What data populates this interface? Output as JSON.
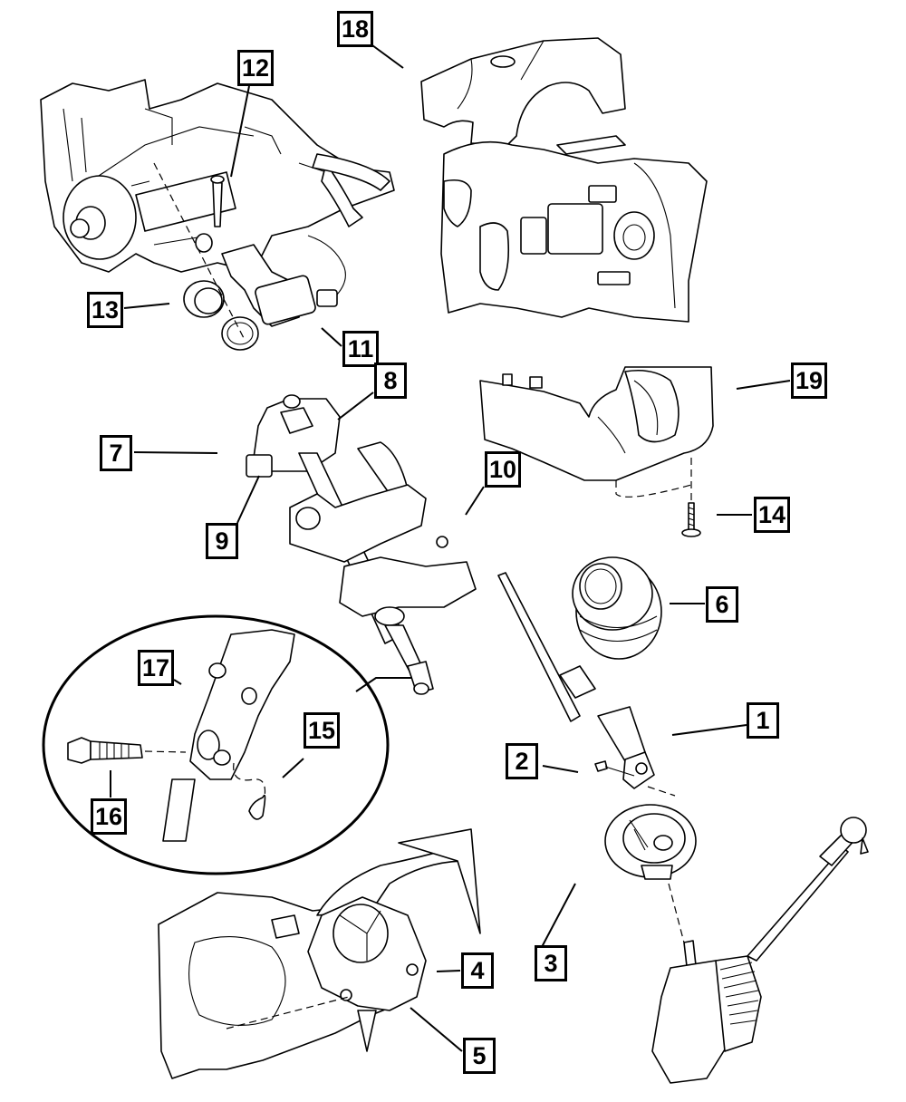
{
  "diagram": {
    "type": "exploded-parts-diagram",
    "subject": "steering column assembly",
    "callouts": [
      {
        "id": "c18",
        "label": "18",
        "part": "upper-shroud"
      },
      {
        "id": "c12",
        "label": "12",
        "part": "column-bracket-assembly"
      },
      {
        "id": "c13",
        "label": "13",
        "part": "ignition-lock-housing"
      },
      {
        "id": "c11",
        "label": "11",
        "part": "switch-module"
      },
      {
        "id": "c8",
        "label": "8",
        "part": "steering-column-top"
      },
      {
        "id": "c19",
        "label": "19",
        "part": "lower-shroud"
      },
      {
        "id": "c7",
        "label": "7",
        "part": "multifunction-switch"
      },
      {
        "id": "c10",
        "label": "10",
        "part": "column-mount-bracket"
      },
      {
        "id": "c9",
        "label": "9",
        "part": "electrical-connector"
      },
      {
        "id": "c14",
        "label": "14",
        "part": "shroud-screw"
      },
      {
        "id": "c6",
        "label": "6",
        "part": "boot-seal"
      },
      {
        "id": "c17",
        "label": "17",
        "part": "universal-joint"
      },
      {
        "id": "c15",
        "label": "15",
        "part": "retaining-clip"
      },
      {
        "id": "c16",
        "label": "16",
        "part": "pinch-bolt"
      },
      {
        "id": "c1",
        "label": "1",
        "part": "intermediate-shaft"
      },
      {
        "id": "c2",
        "label": "2",
        "part": "roll-pin"
      },
      {
        "id": "c3",
        "label": "3",
        "part": "dash-seal"
      },
      {
        "id": "c4",
        "label": "4",
        "part": "boot-retainer"
      },
      {
        "id": "c5",
        "label": "5",
        "part": "dash-panel-plate"
      }
    ]
  }
}
